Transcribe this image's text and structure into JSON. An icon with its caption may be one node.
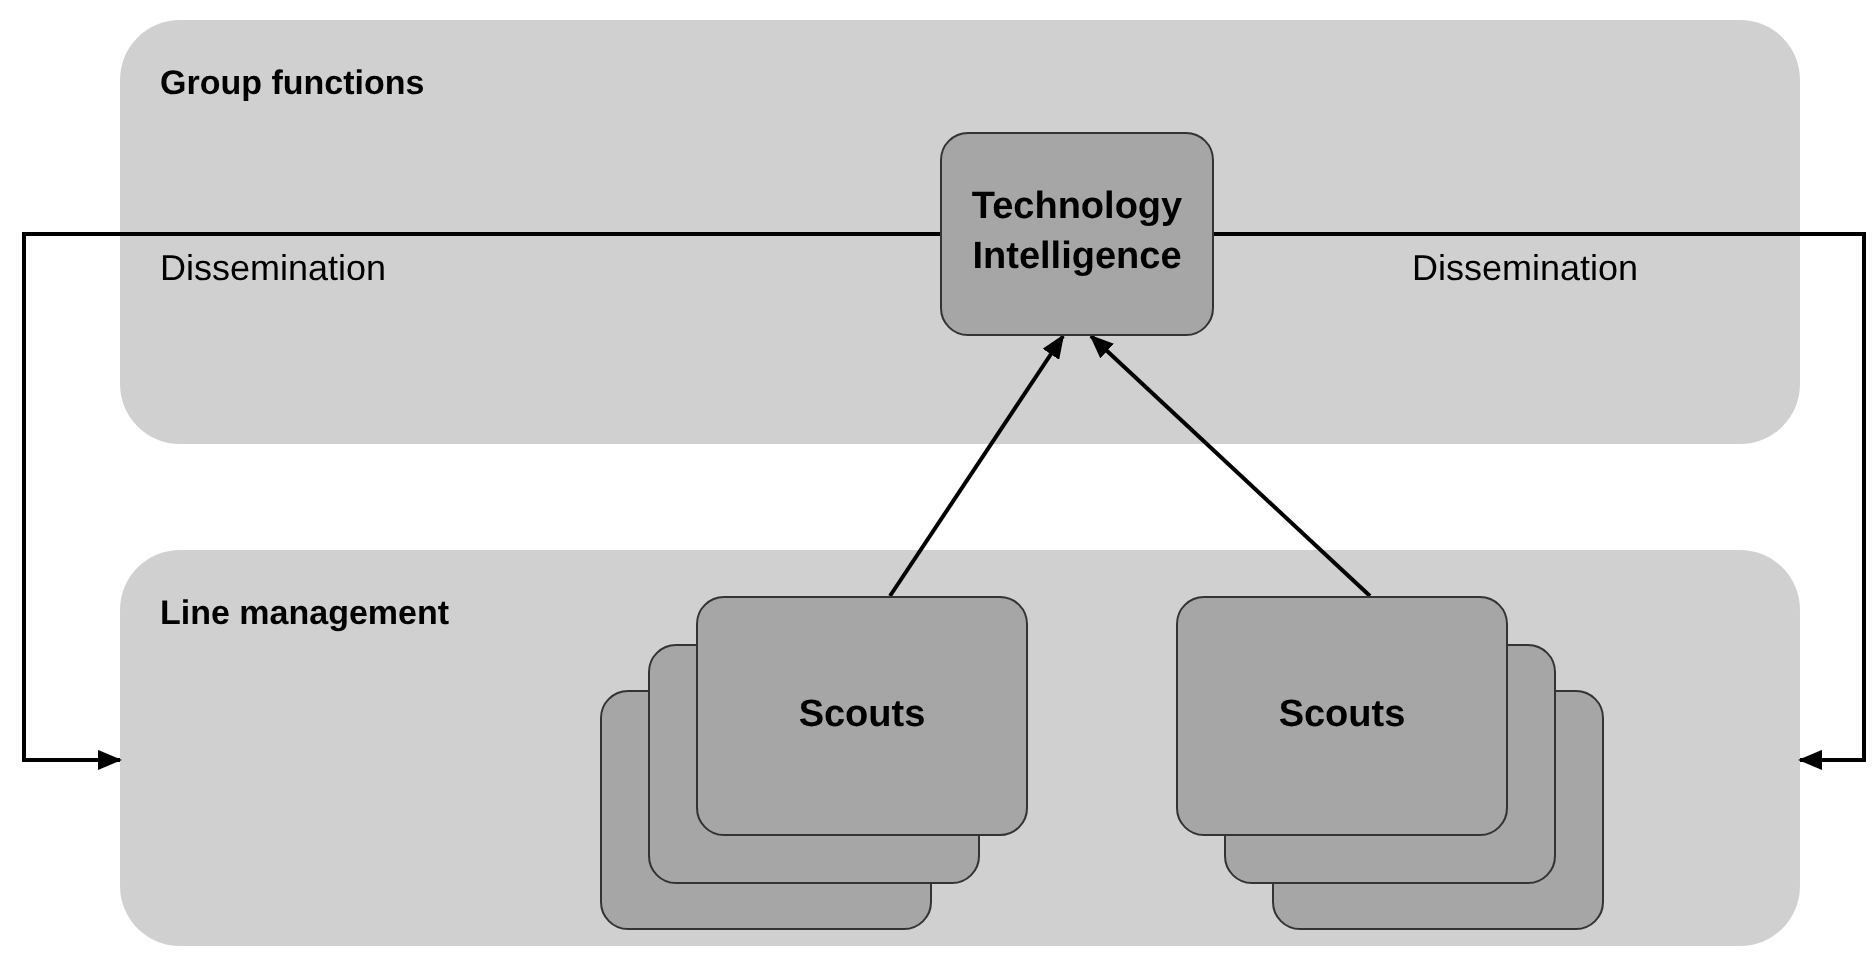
{
  "diagram": {
    "nodes": [
      {
        "text": [
          "Group functions"
        ]
      },
      {
        "text": [
          "Technology Intelligence"
        ],
        "in": 0
      },
      {
        "text": [
          "Line management"
        ]
      },
      {
        "text": [
          "Scouts"
        ],
        "in": 2
      },
      {
        "text": [
          "Scouts"
        ],
        "in": 2
      }
    ],
    "edges": [
      {
        "from": 3,
        "to": 1,
        "arrow": "to"
      },
      {
        "from": 4,
        "to": 1,
        "arrow": "to"
      },
      {
        "from": 1,
        "to": 2,
        "arrow": "to",
        "label": "Dissemination"
      },
      {
        "from": 1,
        "to": 2,
        "arrow": "to",
        "label": "Dissemination"
      }
    ]
  }
}
